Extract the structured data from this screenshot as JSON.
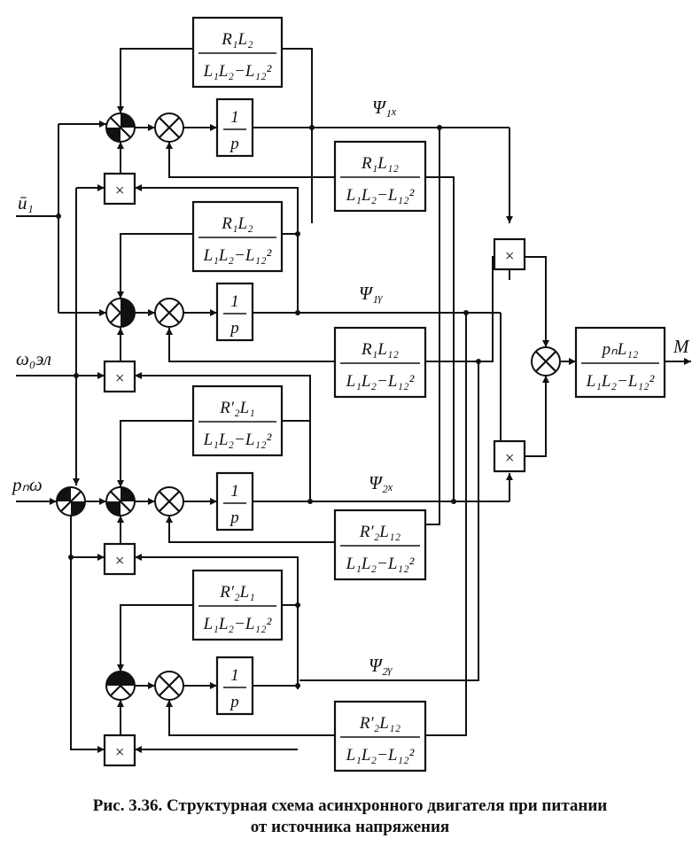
{
  "blocks": {
    "r1l2": {
      "num": "R₁L₂",
      "den": "L₁L₂−L₁₂²"
    },
    "r1l12": {
      "num": "R₁L₁₂",
      "den": "L₁L₂−L₁₂²"
    },
    "r2l1": {
      "num": "R′₂L₁",
      "den": "L₁L₂−L₁₂²"
    },
    "r2l12": {
      "num": "R′₂L₁₂",
      "den": "L₁L₂−L₁₂²"
    },
    "integ": {
      "num": "1",
      "den": "p"
    },
    "out": {
      "num": "pₙL₁₂",
      "den": "L₁L₂−L₁₂²"
    }
  },
  "multiply_symbol": "×",
  "signals": {
    "psi1x": "Ψ₁ₓ",
    "psi1y": "Ψ₁ᵧ",
    "psi2x": "Ψ₂ₓ",
    "psi2y": "Ψ₂ᵧ",
    "u1": "ū₁",
    "omega_el": "ω₀эл",
    "pn_omega": "pₙω",
    "m": "M"
  },
  "caption": {
    "line1": "Рис. 3.36. Структурная схема асинхронного двигателя при питании",
    "line2": "от источника напряжения"
  }
}
